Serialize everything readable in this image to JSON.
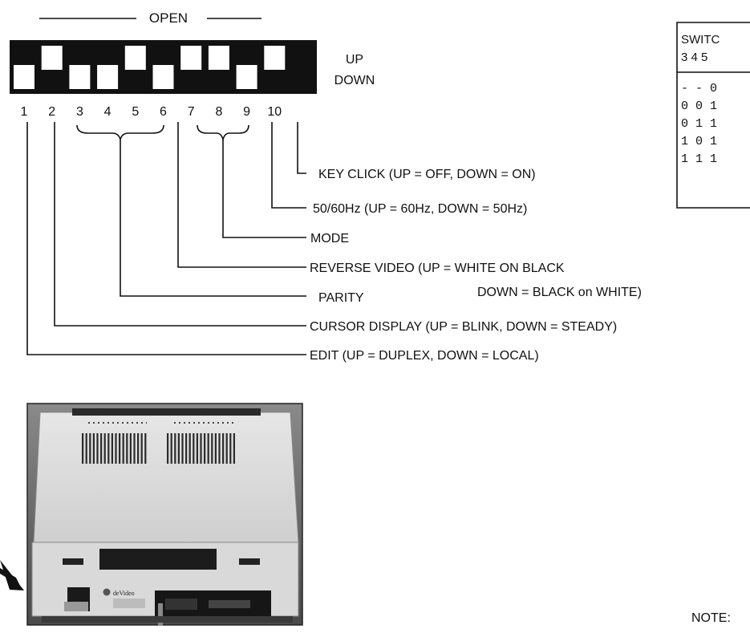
{
  "header": {
    "open_label": "OPEN"
  },
  "switch_bank": {
    "up_label": "UP",
    "down_label": "DOWN",
    "switches": [
      {
        "number": "1",
        "position": "down"
      },
      {
        "number": "2",
        "position": "up"
      },
      {
        "number": "3",
        "position": "down"
      },
      {
        "number": "4",
        "position": "down"
      },
      {
        "number": "5",
        "position": "up"
      },
      {
        "number": "6",
        "position": "down"
      },
      {
        "number": "7",
        "position": "up"
      },
      {
        "number": "8",
        "position": "up"
      },
      {
        "number": "9",
        "position": "down"
      },
      {
        "number": "10",
        "position": "up"
      }
    ]
  },
  "callouts": {
    "key_click": "KEY CLICK (UP = OFF, DOWN = ON)",
    "hz": "50/60Hz (UP = 60Hz, DOWN = 50Hz)",
    "mode": "MODE",
    "reverse_video": "REVERSE VIDEO (UP = WHITE ON BLACK",
    "reverse_video_down": "DOWN = BLACK on WHITE)",
    "parity": "PARITY",
    "cursor_display": "CURSOR DISPLAY (UP = BLINK, DOWN = STEADY)",
    "edit": "EDIT (UP = DUPLEX, DOWN = LOCAL)"
  },
  "table": {
    "header_line1": "SWITC",
    "header_line2": "3 4 5",
    "rows": [
      "- - 0",
      "0 0 1",
      "0 1 1",
      "1 0 1",
      "1 1 1"
    ]
  },
  "photo": {
    "brand": "deVideo"
  },
  "note_label": "NOTE:"
}
